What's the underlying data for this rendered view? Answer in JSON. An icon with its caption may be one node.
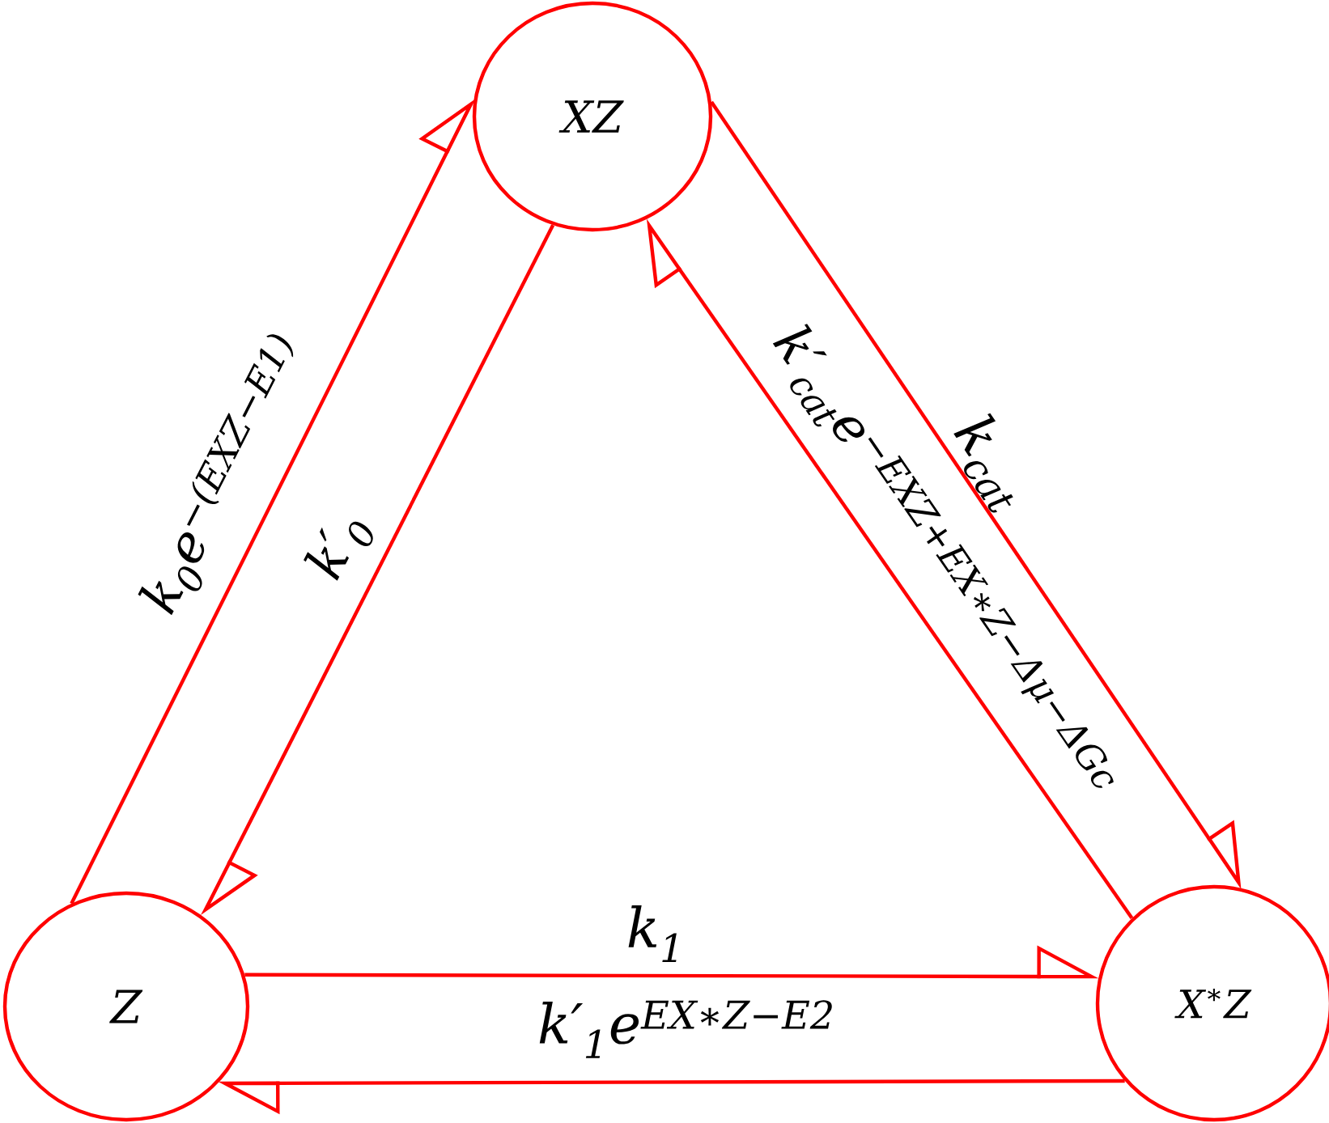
{
  "diagram": {
    "nodes": [
      {
        "text": [
          "XZ"
        ]
      },
      {
        "text": [
          "Z"
        ]
      },
      {
        "text": [
          "X$^{∗}$Z"
        ]
      }
    ],
    "edges": [
      {
        "from": 1,
        "to": 0,
        "arrow": "to",
        "label": "k$_{0}$e$^{−(EXZ−E1)}$"
      },
      {
        "from": 0,
        "to": 1,
        "arrow": "to",
        "label": "k′$_{0}$"
      },
      {
        "from": 0,
        "to": 2,
        "arrow": "to",
        "label": "k$_{cat}$"
      },
      {
        "from": 2,
        "to": 0,
        "arrow": "to",
        "label": "k′$_{cat}$e$^{−EXZ+EX∗Z−Δμ−ΔGc}$"
      },
      {
        "from": 1,
        "to": 2,
        "arrow": "to",
        "label": "k$_{1}$"
      },
      {
        "from": 2,
        "to": 1,
        "arrow": "to",
        "label": "k′$_{1}$e$^{EX∗Z−E2}$"
      }
    ]
  }
}
